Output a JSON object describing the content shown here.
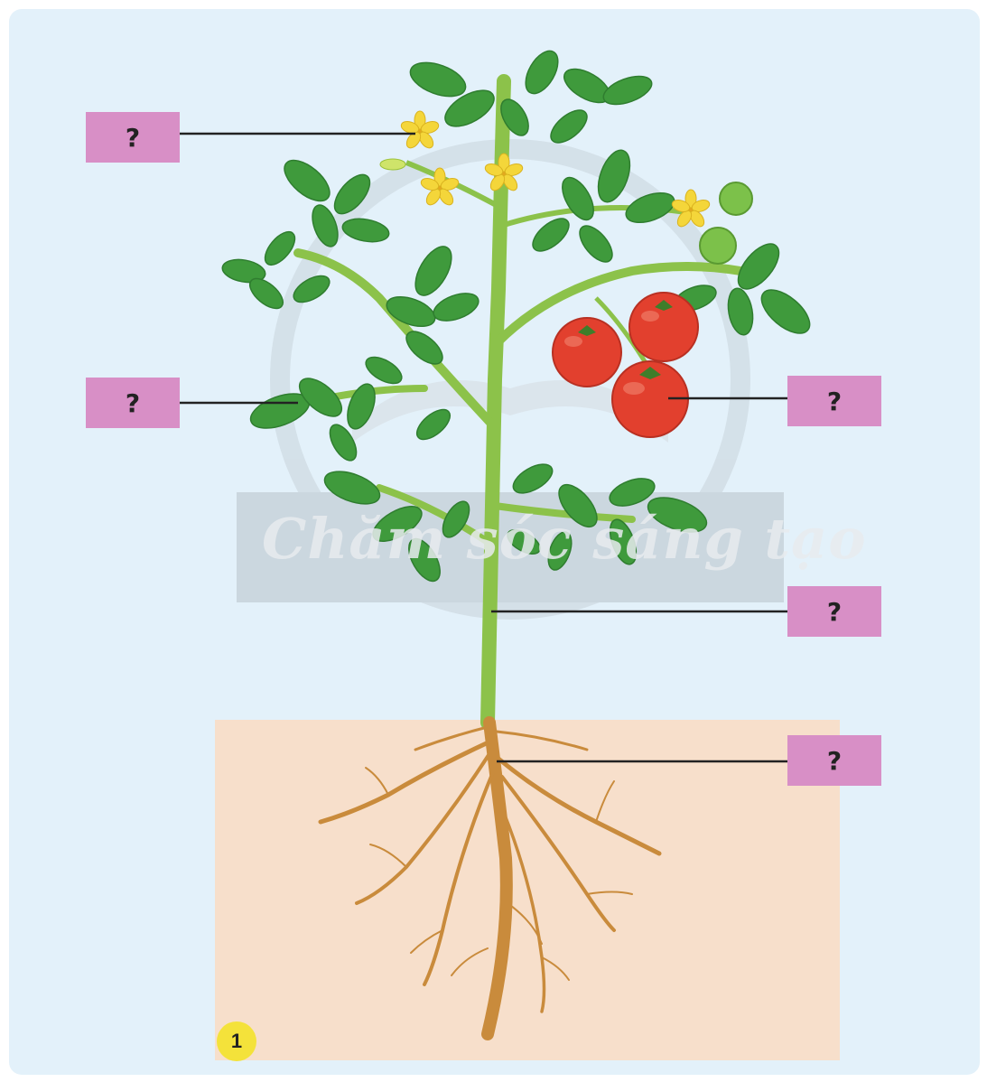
{
  "colors": {
    "background": "#e3f1fa",
    "soil": "#f7dfcb",
    "label_box": "#d88fc6",
    "leaf": "#3f9a3c",
    "leaf_dark": "#2f7d2f",
    "stem": "#8cc24a",
    "flower": "#f4d63a",
    "tomato_red": "#e2402e",
    "tomato_green": "#7cc14a",
    "root": "#c98b3c",
    "badge": "#f4e23a"
  },
  "labels": [
    {
      "id": "flower",
      "text": "?"
    },
    {
      "id": "leaf",
      "text": "?"
    },
    {
      "id": "fruit",
      "text": "?"
    },
    {
      "id": "stem",
      "text": "?"
    },
    {
      "id": "root",
      "text": "?"
    }
  ],
  "watermark": "Chăm sóc sáng tạo",
  "figure_number": "1"
}
